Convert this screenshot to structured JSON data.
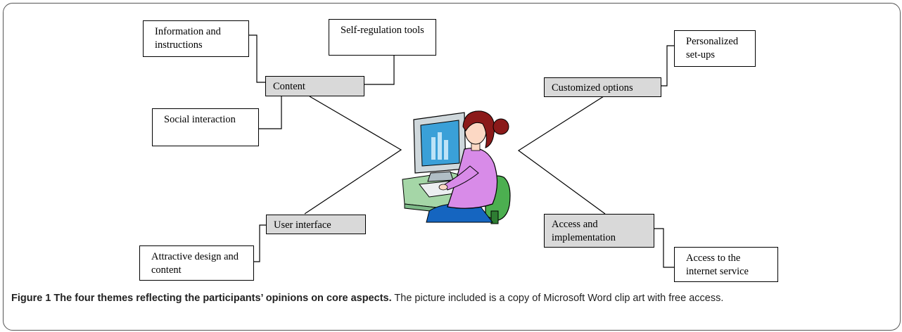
{
  "themes": {
    "content": "Content",
    "customized": "Customized options",
    "user_interface": "User interface",
    "access": "Access and implementation"
  },
  "subthemes": {
    "information": "Information and instructions",
    "self_regulation": "Self-regulation tools",
    "social": "Social interaction",
    "personalized": "Personalized set-ups",
    "attractive": "Attractive design and content",
    "internet": "Access to the internet service"
  },
  "caption": {
    "title": "Figure 1 The four themes reflecting the participants’ opinions on core aspects.",
    "text": "The picture included is a copy of Microsoft Word clip art with free access."
  },
  "colors": {
    "theme_fill": "#d9d9d9",
    "monitor_screen": "#3aa0d8",
    "blouse": "#d88be8",
    "hair": "#8b1a1a",
    "chair": "#4caf50",
    "skirt": "#1565c0",
    "desk": "#a5d6a7"
  }
}
